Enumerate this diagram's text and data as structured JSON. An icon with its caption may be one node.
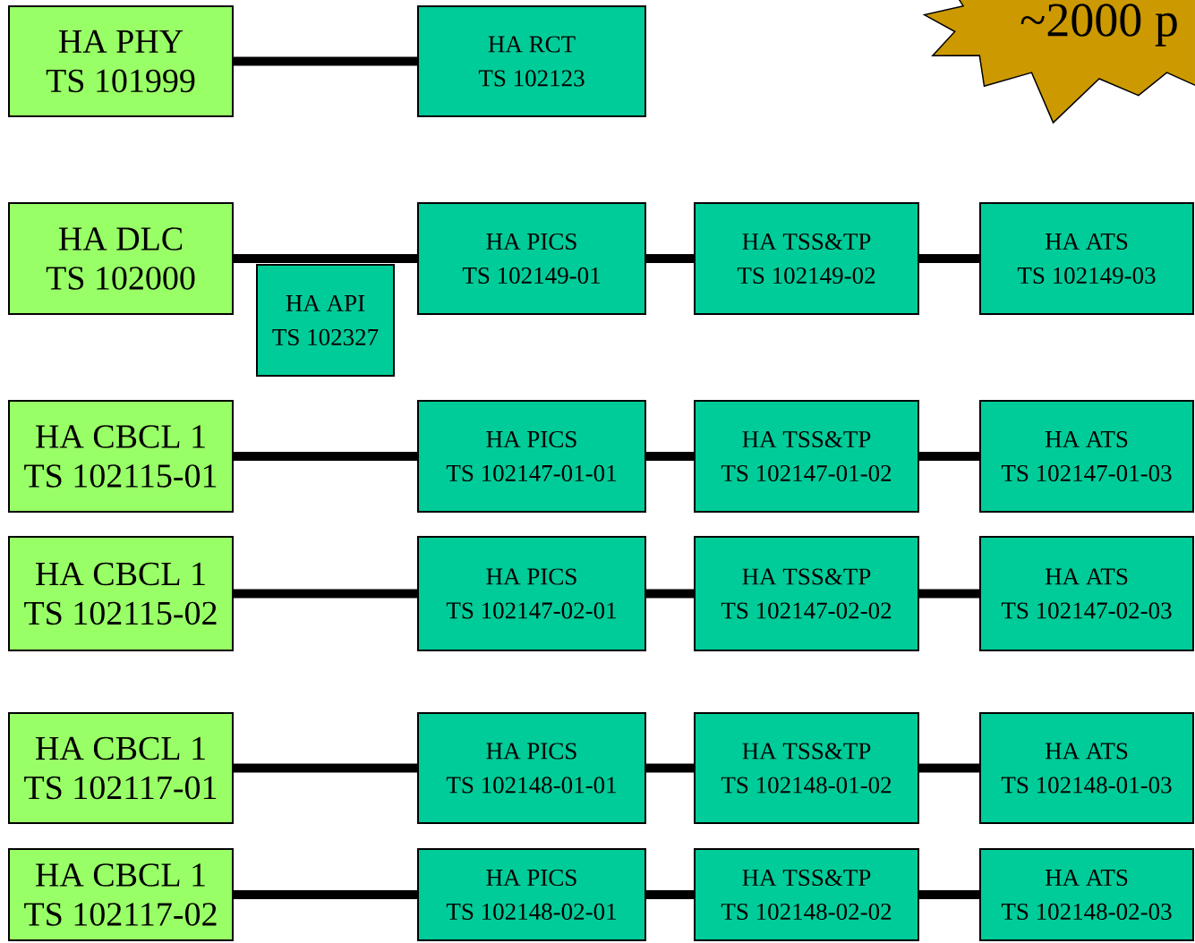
{
  "diagram": {
    "nodes": [
      {
        "text": [
          "HA PHY",
          "TS 101999"
        ]
      },
      {
        "text": [
          "HA RCT",
          "TS 102123"
        ]
      },
      {
        "text": [
          "~2000 p"
        ]
      },
      {
        "text": [
          "HA DLC",
          "TS 102000"
        ]
      },
      {
        "text": [
          "HA API",
          "TS 102327"
        ]
      },
      {
        "text": [
          "HA PICS",
          "TS 102149-01"
        ]
      },
      {
        "text": [
          "HA TSS&TP",
          "TS 102149-02"
        ]
      },
      {
        "text": [
          "HA ATS",
          "TS 102149-03"
        ]
      },
      {
        "text": [
          "HA CBCL 1",
          "TS 102115-01"
        ]
      },
      {
        "text": [
          "HA PICS",
          "TS 102147-01-01"
        ]
      },
      {
        "text": [
          "HA TSS&TP",
          "TS 102147-01-02"
        ]
      },
      {
        "text": [
          "HA ATS",
          "TS 102147-01-03"
        ]
      },
      {
        "text": [
          "HA CBCL 1",
          "TS 102115-02"
        ]
      },
      {
        "text": [
          "HA PICS",
          "TS 102147-02-01"
        ]
      },
      {
        "text": [
          "HA TSS&TP",
          "TS 102147-02-02"
        ]
      },
      {
        "text": [
          "HA ATS",
          "TS 102147-02-03"
        ]
      },
      {
        "text": [
          "HA CBCL 1",
          "TS 102117-01"
        ]
      },
      {
        "text": [
          "HA PICS",
          "TS 102148-01-01"
        ]
      },
      {
        "text": [
          "HA TSS&TP",
          "TS 102148-01-02"
        ]
      },
      {
        "text": [
          "HA ATS",
          "TS 102148-01-03"
        ]
      },
      {
        "text": [
          "HA CBCL 1",
          "TS 102117-02"
        ]
      },
      {
        "text": [
          "HA PICS",
          "TS 102148-02-01"
        ]
      },
      {
        "text": [
          "HA TSS&TP",
          "TS 102148-02-02"
        ]
      },
      {
        "text": [
          "HA ATS",
          "TS 102148-02-03"
        ]
      }
    ],
    "edges": [
      {
        "from": 0,
        "to": 1,
        "arrow": "none"
      },
      {
        "from": 3,
        "to": 5,
        "arrow": "none"
      },
      {
        "from": 5,
        "to": 6,
        "arrow": "none"
      },
      {
        "from": 6,
        "to": 7,
        "arrow": "none"
      },
      {
        "from": 8,
        "to": 9,
        "arrow": "none"
      },
      {
        "from": 9,
        "to": 10,
        "arrow": "none"
      },
      {
        "from": 10,
        "to": 11,
        "arrow": "none"
      },
      {
        "from": 12,
        "to": 13,
        "arrow": "none"
      },
      {
        "from": 13,
        "to": 14,
        "arrow": "none"
      },
      {
        "from": 14,
        "to": 15,
        "arrow": "none"
      },
      {
        "from": 16,
        "to": 17,
        "arrow": "none"
      },
      {
        "from": 17,
        "to": 18,
        "arrow": "none"
      },
      {
        "from": 18,
        "to": 19,
        "arrow": "none"
      },
      {
        "from": 20,
        "to": 21,
        "arrow": "none"
      },
      {
        "from": 21,
        "to": 22,
        "arrow": "none"
      },
      {
        "from": 22,
        "to": 23,
        "arrow": "none"
      }
    ]
  }
}
